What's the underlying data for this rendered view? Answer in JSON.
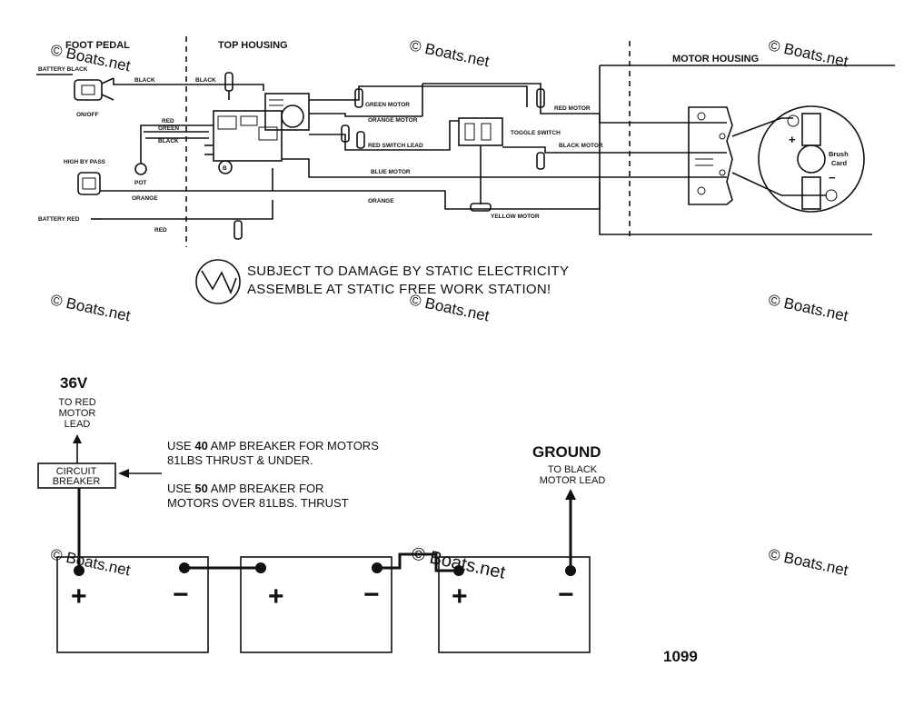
{
  "sections": {
    "foot_pedal": "FOOT PEDAL",
    "top_housing": "TOP HOUSING",
    "motor_housing": "MOTOR HOUSING"
  },
  "wire_labels": {
    "battery_black": "BATTERY BLACK",
    "black_1": "BLACK",
    "black_2": "BLACK",
    "red_1": "RED",
    "green": "GREEN",
    "black_3": "BLACK",
    "orange_1": "ORANGE",
    "orange_2": "ORANGE",
    "battery_red": "BATTERY RED",
    "red_2": "RED",
    "green_motor": "GREEN MOTOR",
    "orange_motor": "ORANGE MOTOR",
    "red_switch_lead": "RED SWITCH LEAD",
    "red_motor": "RED MOTOR",
    "toggle_switch": "TOGGLE SWITCH",
    "black_motor": "BLACK MOTOR",
    "blue_motor": "BLUE MOTOR",
    "yellow_motor": "YELLOW MOTOR"
  },
  "components": {
    "on_off": "ON/OFF",
    "high_by_pass": "HIGH BY PASS",
    "pot": "POT",
    "brush_card_line1": "Brush",
    "brush_card_line2": "Card",
    "plus": "+",
    "minus": "−"
  },
  "warning": {
    "line1": "SUBJECT TO DAMAGE BY STATIC ELECTRICITY",
    "line2": "ASSEMBLE AT STATIC FREE WORK STATION!"
  },
  "battery_section": {
    "voltage": "36V",
    "to_red_line1": "TO RED",
    "to_red_line2": "MOTOR",
    "to_red_line3": "LEAD",
    "breaker_line1": "CIRCUIT",
    "breaker_line2": "BREAKER",
    "note1_prefix": "USE ",
    "note1_amp": "40",
    "note1_suffix": " AMP BREAKER FOR MOTORS",
    "note1_line2": "81LBS THRUST & UNDER.",
    "note2_prefix": "USE ",
    "note2_amp": "50",
    "note2_suffix": " AMP BREAKER FOR",
    "note2_line2": "MOTORS OVER 81LBS. THRUST",
    "ground": "GROUND",
    "to_black_line1": "TO BLACK",
    "to_black_line2": "MOTOR LEAD",
    "plus": "+",
    "minus": "−"
  },
  "figure_number": "1099",
  "watermark": "© Boats.net"
}
